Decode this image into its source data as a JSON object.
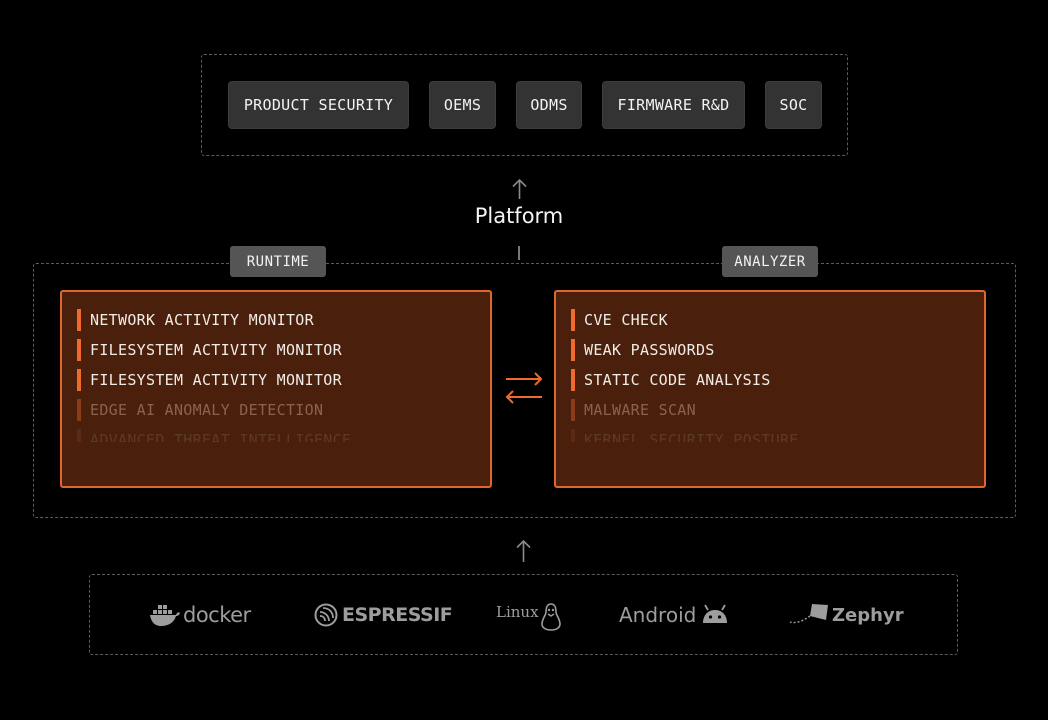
{
  "audiences": [
    "PRODUCT SECURITY",
    "OEMS",
    "ODMS",
    "FIRMWARE R&D",
    "SOC"
  ],
  "platform_title": "Platform",
  "runtime": {
    "tag": "RUNTIME",
    "items": [
      "NETWORK ACTIVITY MONITOR",
      "FILESYSTEM ACTIVITY MONITOR",
      "FILESYSTEM ACTIVITY MONITOR",
      "EDGE AI ANOMALY DETECTION",
      "ADVANCED THREAT INTELLIGENCE"
    ]
  },
  "analyzer": {
    "tag": "ANALYZER",
    "items": [
      "CVE CHECK",
      "WEAK PASSWORDS",
      "STATIC CODE ANALYSIS",
      "MALWARE SCAN",
      "KERNEL SECURITY POSTURE"
    ]
  },
  "platforms": [
    "docker",
    "ESPRESSIF",
    "Linux",
    "Android",
    "Zephyr"
  ],
  "colors": {
    "accent": "#f06a2c",
    "panel_bg": "#4a200c",
    "chip_bg": "#333333",
    "tag_bg": "#555555"
  }
}
